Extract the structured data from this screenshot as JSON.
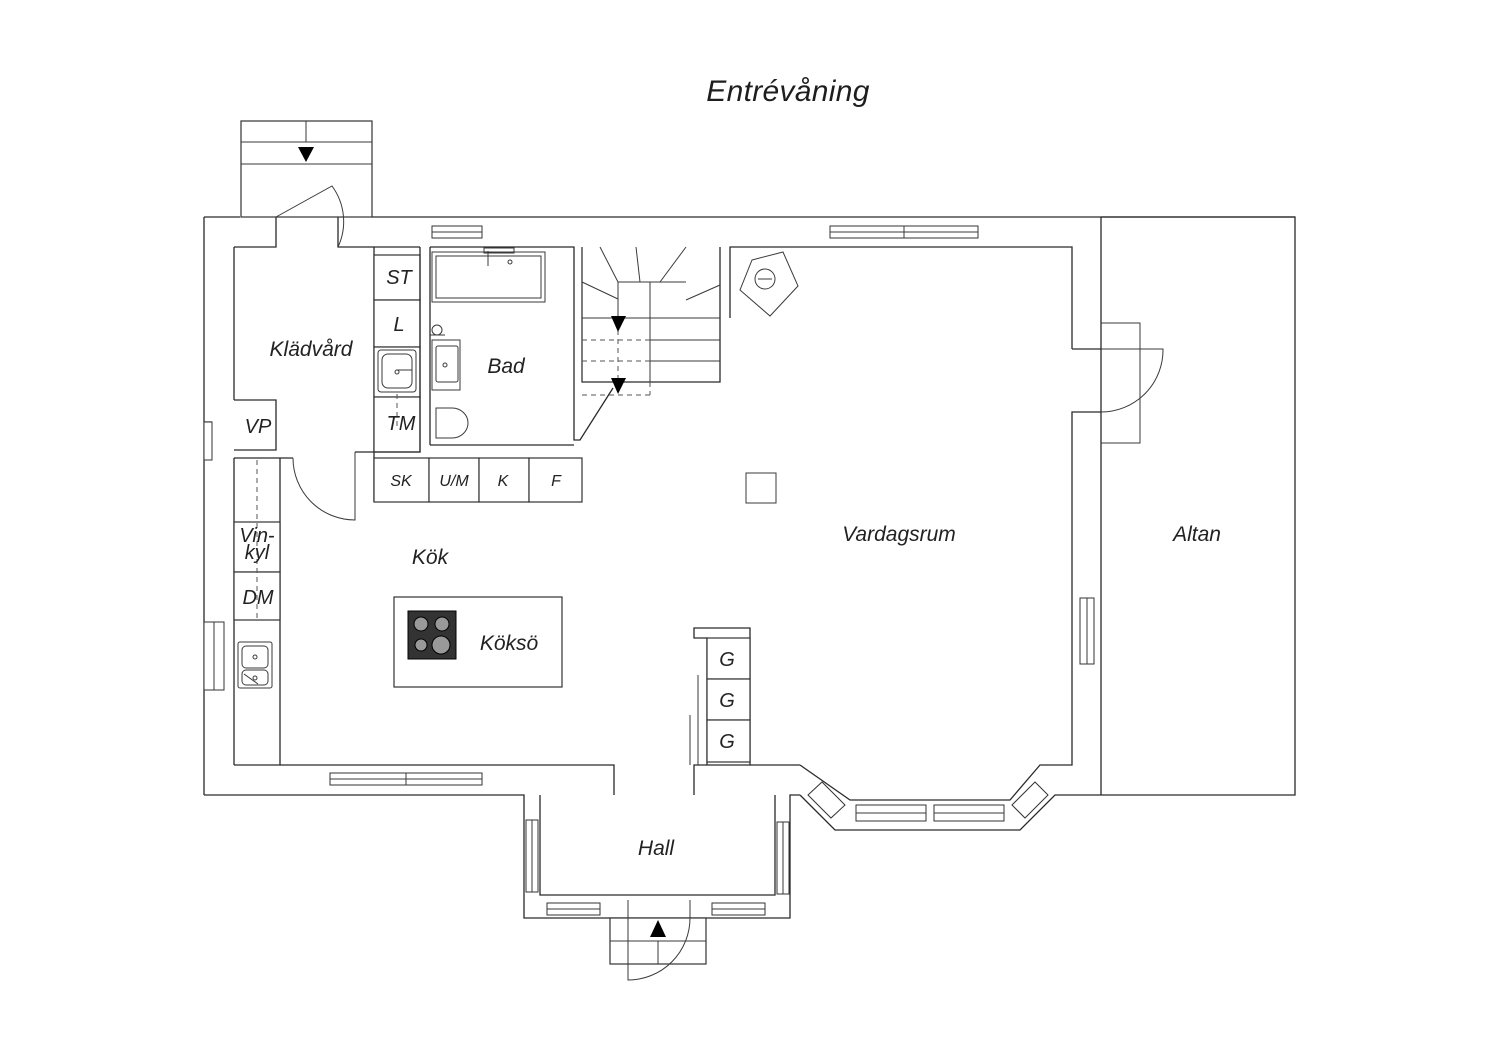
{
  "title": "Entrévåning",
  "rooms": {
    "kladvard": "Klädvård",
    "bad": "Bad",
    "kok": "Kök",
    "koksö": "Köksö",
    "vardagsrum": "Vardagsrum",
    "altan": "Altan",
    "hall": "Hall"
  },
  "fixtures": {
    "st": "ST",
    "l": "L",
    "tm": "TM",
    "vp": "VP",
    "sk": "SK",
    "um": "U/M",
    "k": "K",
    "f": "F",
    "vinkyl_1": "Vin-",
    "vinkyl_2": "kyl",
    "dm": "DM",
    "g1": "G",
    "g2": "G",
    "g3": "G"
  },
  "icons": [
    "stair-arrow-icon",
    "sink-icon",
    "bathtub-icon",
    "toilet-icon",
    "stove-icon",
    "fireplace-icon",
    "door-swing-icon"
  ]
}
